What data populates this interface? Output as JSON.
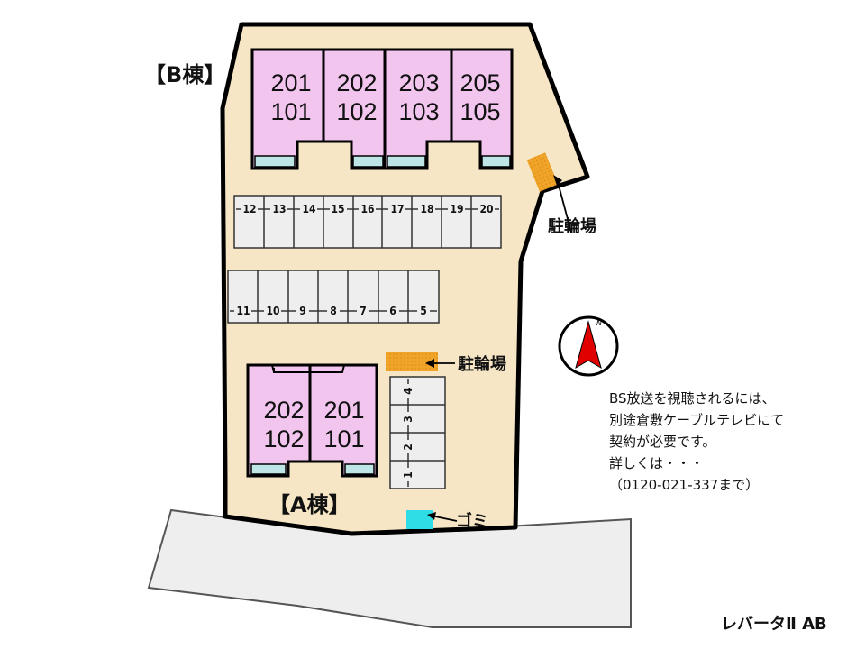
{
  "buildings": {
    "b": {
      "label": "【B棟】",
      "units": [
        {
          "upper": "201",
          "lower": "101"
        },
        {
          "upper": "202",
          "lower": "102"
        },
        {
          "upper": "203",
          "lower": "103"
        },
        {
          "upper": "205",
          "lower": "105"
        }
      ]
    },
    "a": {
      "label": "【A棟】",
      "units": [
        {
          "upper": "202",
          "lower": "102"
        },
        {
          "upper": "201",
          "lower": "101"
        }
      ]
    }
  },
  "parking": {
    "row_top": [
      "12",
      "13",
      "14",
      "15",
      "16",
      "17",
      "18",
      "19",
      "20"
    ],
    "row_middle": [
      "11",
      "10",
      "9",
      "8",
      "7",
      "6",
      "5"
    ],
    "column_right": [
      "4",
      "3",
      "2",
      "1"
    ]
  },
  "labels": {
    "bike_parking_top": "駐輪場",
    "bike_parking_middle": "駐輪場",
    "garbage": "ゴミ",
    "compass_north": "N"
  },
  "note": {
    "lines": [
      "BS放送を視聴されるには、",
      "別途倉敷ケーブルテレビにて",
      "契約が必要です。",
      "詳しくは・・・",
      "（0120-021-337まで）"
    ]
  },
  "property_name": "レバータⅡ AB",
  "colors": {
    "site": "#f7e6c5",
    "unit": "#f2c5ee",
    "balcony": "#bfe6e6",
    "parking": "#eeeeee",
    "bike": "#f0a428",
    "garbage": "#2fdde6",
    "road": "#eeeeee",
    "compass_arrow": "#e00000"
  }
}
